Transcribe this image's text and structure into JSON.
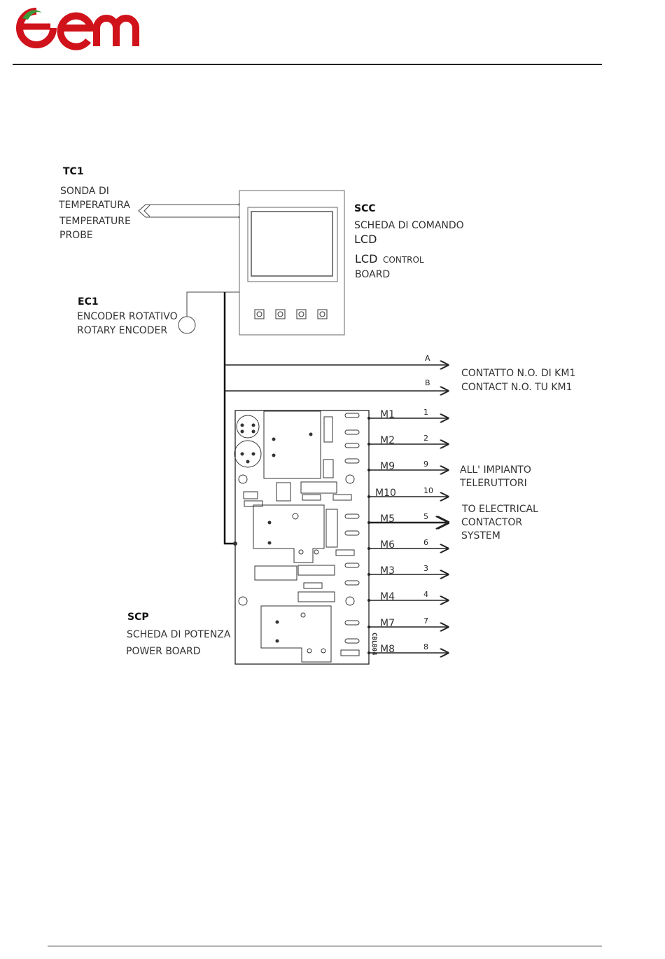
{
  "brand": {
    "logo_text": "oem",
    "logo_red": "#d0121b",
    "logo_green": "#3a9b3a"
  },
  "components": {
    "tc1": {
      "id": "TC1",
      "line1": "SONDA DI",
      "line2": "TEMPERATURA",
      "line3": "TEMPERATURE",
      "line4": "PROBE"
    },
    "scc": {
      "id": "SCC",
      "line1": "SCHEDA DI COMANDO",
      "line2": "LCD",
      "line3a": "LCD",
      "line3b": "CONTROL",
      "line4": "BOARD"
    },
    "ec1": {
      "id": "EC1",
      "line1": "ENCODER ROTATIVO",
      "line2": "ROTARY ENCODER"
    },
    "scp": {
      "id": "SCP",
      "line1": "SCHEDA DI POTENZA",
      "line2": "POWER BOARD"
    }
  },
  "board_code": "CBLB04",
  "contacts": {
    "a": "A",
    "b": "B",
    "line1": "CONTATTO N.O. DI KM1",
    "line2": "CONTACT N.O. TU KM1"
  },
  "outputs": [
    {
      "terminal": "M1",
      "wire": "1"
    },
    {
      "terminal": "M2",
      "wire": "2"
    },
    {
      "terminal": "M9",
      "wire": "9"
    },
    {
      "terminal": "M10",
      "wire": "10"
    },
    {
      "terminal": "M5",
      "wire": "5"
    },
    {
      "terminal": "M6",
      "wire": "6"
    },
    {
      "terminal": "M3",
      "wire": "3"
    },
    {
      "terminal": "M4",
      "wire": "4"
    },
    {
      "terminal": "M7",
      "wire": "7"
    },
    {
      "terminal": "M8",
      "wire": "8"
    }
  ],
  "system_label": {
    "it1": "ALL' IMPIANTO",
    "it2": "TELERUTTORI",
    "en1": "TO ELECTRICAL",
    "en2": "CONTACTOR",
    "en3": "SYSTEM"
  }
}
